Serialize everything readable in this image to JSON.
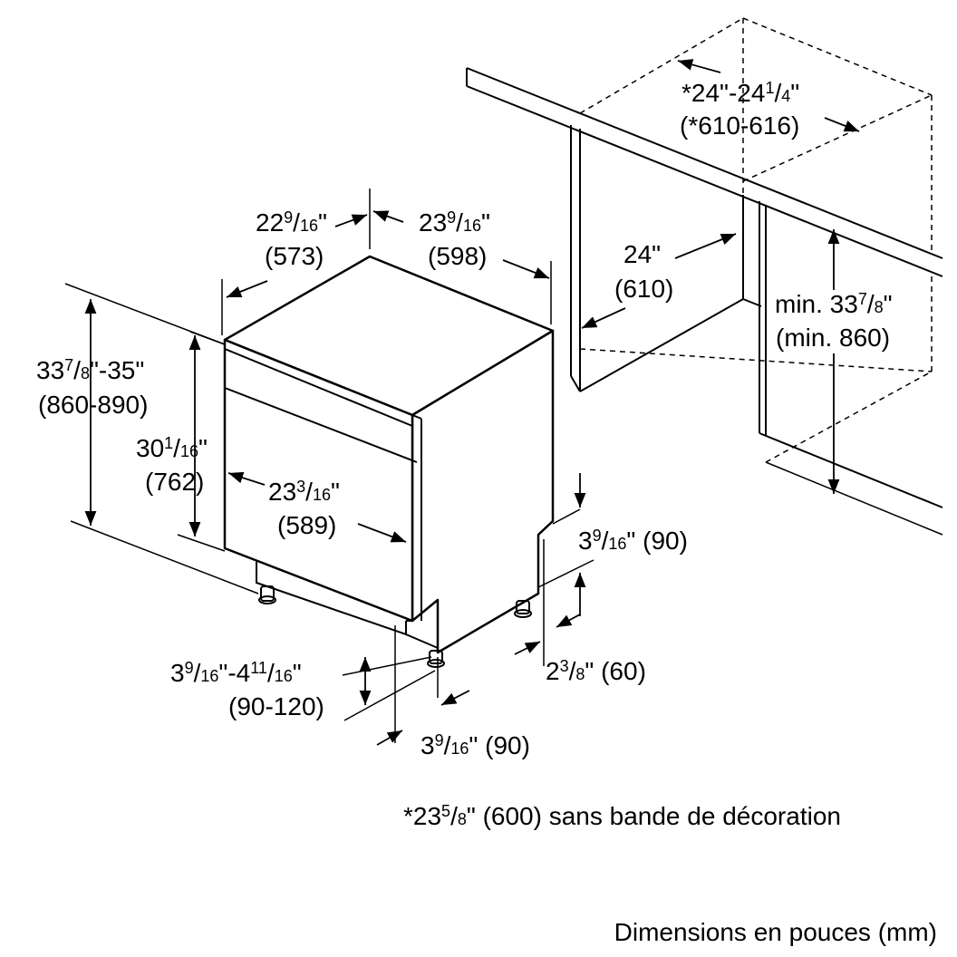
{
  "dimensions": {
    "cabinet_width": {
      "prefix": "*24\"-24",
      "num": "1",
      "den": "4",
      "suffix": "\"",
      "mm": "(*610-616)"
    },
    "depth_top_left": {
      "whole": "22",
      "num": "9",
      "den": "16",
      "suffix": "\"",
      "mm": "(573)"
    },
    "depth_top_right": {
      "whole": "23",
      "num": "9",
      "den": "16",
      "suffix": "\"",
      "mm": "(598)"
    },
    "niche_depth": {
      "inch": "24\"",
      "mm": "(610)"
    },
    "niche_height": {
      "prefix": "min. 33",
      "num": "7",
      "den": "8",
      "suffix": "\"",
      "mm": "(min. 860)"
    },
    "overall_height": {
      "whole": "33",
      "num": "7",
      "den": "8",
      "suffix": "\"-35\"",
      "mm": "(860-890)"
    },
    "body_height": {
      "whole": "30",
      "num": "1",
      "den": "16",
      "suffix": "\"",
      "mm": "(762)"
    },
    "body_width": {
      "whole": "23",
      "num": "3",
      "den": "16",
      "suffix": "\"",
      "mm": "(589)"
    },
    "kick_right_upper": {
      "num": "9",
      "den": "16",
      "prefix": "3",
      "suffix": "\" (90)"
    },
    "kick_right_lower": {
      "prefix": "2",
      "num": "3",
      "den": "8",
      "suffix": "\" (60)"
    },
    "foot_height": {
      "prefix": "3",
      "num": "9",
      "den": "16",
      "mid": "\"-4",
      "num2": "11",
      "den2": "16",
      "suffix": "\"",
      "mm": "(90-120)"
    },
    "foot_offset": {
      "prefix": "3",
      "num": "9",
      "den": "16",
      "suffix": "\" (90)"
    }
  },
  "notes": {
    "decoration": {
      "prefix": "*23",
      "num": "5",
      "den": "8",
      "suffix": "\" (600) sans bande de décoration"
    },
    "units": "Dimensions en pouces (mm)"
  }
}
